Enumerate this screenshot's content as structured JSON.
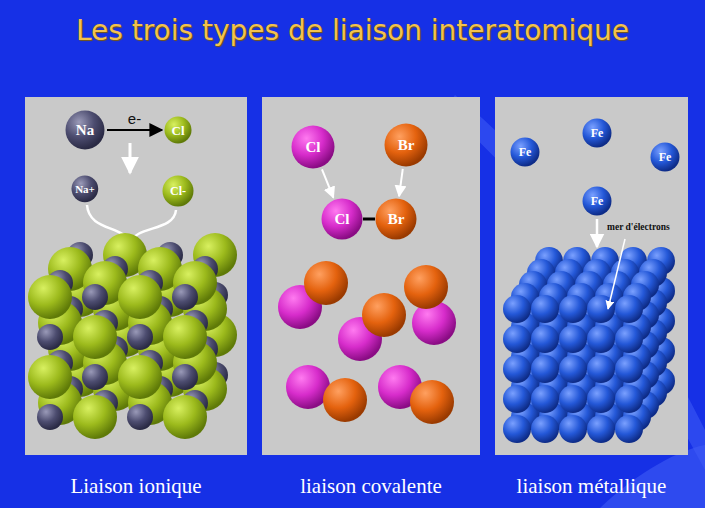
{
  "diagram": {
    "title": "Les trois types de liaison interatomique",
    "nodes": [
      {
        "text": [
          "Liaison ionique"
        ]
      },
      {
        "text": [
          "Na"
        ],
        "in": 0
      },
      {
        "text": [
          "Cl"
        ],
        "in": 0
      },
      {
        "text": [
          "Na+"
        ],
        "in": 0
      },
      {
        "text": [
          "Cl-"
        ],
        "in": 0
      },
      {
        "text": [
          "liaison covalente"
        ]
      },
      {
        "text": [
          "Cl"
        ],
        "in": 5
      },
      {
        "text": [
          "Br"
        ],
        "in": 5
      },
      {
        "text": [
          "Cl"
        ],
        "in": 5
      },
      {
        "text": [
          "Br"
        ],
        "in": 5
      },
      {
        "text": [
          "liaison métallique"
        ]
      },
      {
        "text": [
          "Fe"
        ],
        "in": 10
      },
      {
        "text": [
          "Fe"
        ],
        "in": 10
      },
      {
        "text": [
          "Fe"
        ],
        "in": 10
      },
      {
        "text": [
          "Fe"
        ],
        "in": 10
      }
    ],
    "edges": [
      {
        "from": 1,
        "to": 2,
        "arrow": "to",
        "label": "e-"
      },
      {
        "from": 6,
        "to": 8,
        "arrow": "to"
      },
      {
        "from": 7,
        "to": 9,
        "arrow": "to"
      },
      {
        "from": 8,
        "to": 9,
        "arrow": "none"
      }
    ],
    "labels": [
      "mer d'électrons"
    ]
  }
}
